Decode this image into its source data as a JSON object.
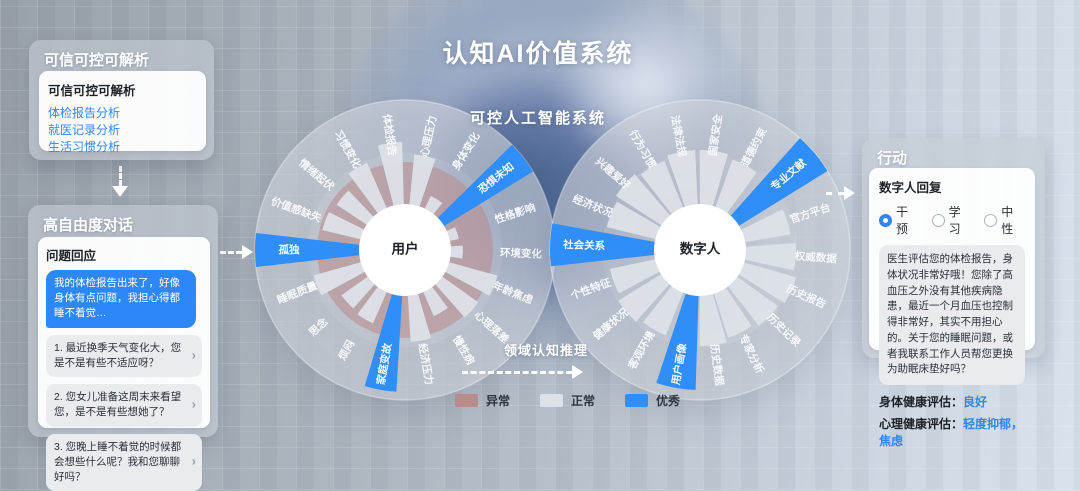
{
  "page": {
    "title": "认知AI价值系统",
    "subtitle": "可控人工智能系统"
  },
  "icons": {
    "chevron_right": "›"
  },
  "colors": {
    "abnormal": "#b98b8b",
    "normal": "#dde2e8",
    "excellent": "#2f8ef7",
    "accent_blue": "#2e87f6"
  },
  "left_top_panel": {
    "title": "可信可控可解析",
    "card_title": "可信可控可解析",
    "links": [
      "体检报告分析",
      "就医记录分析",
      "生活习惯分析"
    ]
  },
  "left_bottom_panel": {
    "title": "高自由度对话",
    "card_title": "问题回应",
    "user_message": "我的体检报告出来了，好像身体有点问题，我担心得都睡不着觉…",
    "suggestions": [
      "1. 最近换季天气变化大，您是不是有些不适应呀？",
      "2. 您女儿准备这周末来看望您，是不是有些想她了？",
      "3. 您晚上睡不着觉的时候都会想些什么呢？我和您聊聊好吗？"
    ]
  },
  "action_panel": {
    "title": "行动",
    "card_title": "数字人回复",
    "modes": [
      {
        "label": "干预",
        "selected": true
      },
      {
        "label": "学习",
        "selected": false
      },
      {
        "label": "中性",
        "selected": false
      }
    ],
    "reply": "医生评估您的体检报告，身体状况非常好哦！您除了高血压之外没有其他疾病隐患，最近一个月血压也控制得非常好，其实不用担心的。关于您的睡眠问题，或者我联系工作人员帮您更换为助眠床垫好吗？",
    "physical": {
      "label": "身体健康评估：",
      "value": "良好"
    },
    "mental": {
      "label": "心理健康评估：",
      "value": "轻度抑郁，焦虑"
    }
  },
  "reasoning_arrow_label": "领域认知推理",
  "legend": [
    {
      "label": "异常",
      "color_key": "abnormal"
    },
    {
      "label": "正常",
      "color_key": "normal"
    },
    {
      "label": "优秀",
      "color_key": "excellent"
    }
  ],
  "chart_data": [
    {
      "type": "radial-bar",
      "center_label": "用户",
      "inner_radius": 46,
      "outer_radius": 150,
      "wedge_half_angle": 6.5,
      "abnormal_zone_radius": 88,
      "spokes": [
        {
          "label": "体检报告",
          "angle": 352,
          "length": 108,
          "status": "normal"
        },
        {
          "label": "心理压力",
          "angle": 12,
          "length": 96,
          "status": "normal"
        },
        {
          "label": "身体变化",
          "angle": 32,
          "length": 60,
          "status": "normal"
        },
        {
          "label": "恐惧未知",
          "angle": 52,
          "length": 150,
          "status": "excellent"
        },
        {
          "label": "性格影响",
          "angle": 72,
          "length": 55,
          "status": "normal"
        },
        {
          "label": "环境变化",
          "angle": 92,
          "length": 58,
          "status": "normal"
        },
        {
          "label": "年龄焦虑",
          "angle": 112,
          "length": 96,
          "status": "normal"
        },
        {
          "label": "心理落差",
          "angle": 132,
          "length": 90,
          "status": "normal"
        },
        {
          "label": "慢性病",
          "angle": 150,
          "length": 72,
          "status": "normal"
        },
        {
          "label": "经济压力",
          "angle": 170,
          "length": 92,
          "status": "normal"
        },
        {
          "label": "家庭变故",
          "angle": 190,
          "length": 142,
          "status": "excellent"
        },
        {
          "label": "烦闷",
          "angle": 210,
          "length": 80,
          "status": "normal"
        },
        {
          "label": "思念",
          "angle": 228,
          "length": 78,
          "status": "normal"
        },
        {
          "label": "睡眠质量",
          "angle": 248,
          "length": 95,
          "status": "normal"
        },
        {
          "label": "孤独",
          "angle": 270,
          "length": 150,
          "status": "excellent"
        },
        {
          "label": "价值感缺失",
          "angle": 290,
          "length": 85,
          "status": "normal"
        },
        {
          "label": "情绪起伏",
          "angle": 310,
          "length": 82,
          "status": "normal"
        },
        {
          "label": "习惯变化",
          "angle": 330,
          "length": 95,
          "status": "normal"
        }
      ]
    },
    {
      "type": "radial-bar",
      "center_label": "数字人",
      "inner_radius": 46,
      "outer_radius": 150,
      "wedge_half_angle": 8.2,
      "abnormal_zone_radius": 0,
      "spokes": [
        {
          "label": "国家安全",
          "angle": 8,
          "length": 100,
          "status": "normal"
        },
        {
          "label": "道德约束",
          "angle": 28,
          "length": 96,
          "status": "normal"
        },
        {
          "label": "专业文献",
          "angle": 50,
          "length": 150,
          "status": "excellent"
        },
        {
          "label": "官方平台",
          "angle": 72,
          "length": 92,
          "status": "normal"
        },
        {
          "label": "权威数据",
          "angle": 94,
          "length": 96,
          "status": "normal"
        },
        {
          "label": "历史报告",
          "angle": 114,
          "length": 100,
          "status": "normal"
        },
        {
          "label": "历史记录",
          "angle": 134,
          "length": 96,
          "status": "normal"
        },
        {
          "label": "专家分析",
          "angle": 154,
          "length": 92,
          "status": "normal"
        },
        {
          "label": "历史数据",
          "angle": 172,
          "length": 96,
          "status": "normal"
        },
        {
          "label": "用户画像",
          "angle": 190,
          "length": 140,
          "status": "excellent"
        },
        {
          "label": "客观环境",
          "angle": 210,
          "length": 92,
          "status": "normal"
        },
        {
          "label": "健康状况",
          "angle": 230,
          "length": 96,
          "status": "normal"
        },
        {
          "label": "个性特征",
          "angle": 250,
          "length": 92,
          "status": "normal"
        },
        {
          "label": "社会关系",
          "angle": 272,
          "length": 150,
          "status": "excellent"
        },
        {
          "label": "经济状况",
          "angle": 292,
          "length": 96,
          "status": "normal"
        },
        {
          "label": "兴趣爱好",
          "angle": 311,
          "length": 100,
          "status": "normal"
        },
        {
          "label": "行为习惯",
          "angle": 330,
          "length": 96,
          "status": "normal"
        },
        {
          "label": "法律法规",
          "angle": 349,
          "length": 100,
          "status": "normal"
        }
      ]
    }
  ]
}
